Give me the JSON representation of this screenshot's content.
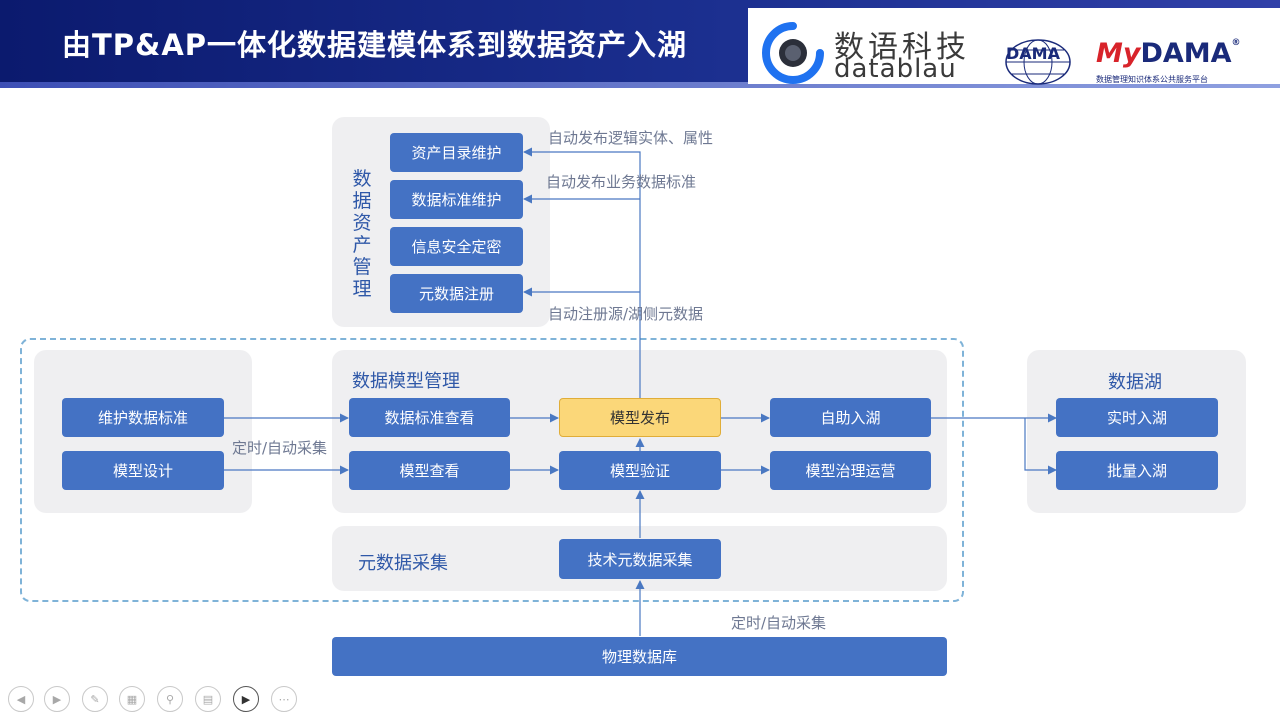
{
  "header": {
    "title": "由TP&AP一体化数据建模体系到数据资产入湖",
    "brand_cn": "数语科技",
    "brand_en": "datablau",
    "dama": "DAMA",
    "mydama_my": "My",
    "mydama_dama": "DAMA",
    "mydama_reg": "®",
    "mydama_tagline": "数据管理知识体系公共服务平台"
  },
  "asset_panel": {
    "title": "数据资产管理",
    "items": [
      "资产目录维护",
      "数据标准维护",
      "信息安全定密",
      "元数据注册"
    ]
  },
  "labels": {
    "publish_entity": "自动发布逻辑实体、属性",
    "publish_standard": "自动发布业务数据标准",
    "register_meta": "自动注册源/湖侧元数据",
    "collect_left": "定时/自动采集",
    "collect_bottom": "定时/自动采集"
  },
  "left_panel": {
    "items": [
      "维护数据标准",
      "模型设计"
    ]
  },
  "model_panel": {
    "title": "数据模型管理",
    "standard_view": "数据标准查看",
    "model_view": "模型查看",
    "publish": "模型发布",
    "verify": "模型验证",
    "self_lake": "自助入湖",
    "governance": "模型治理运营"
  },
  "meta_panel": {
    "title": "元数据采集",
    "tech_collect": "技术元数据采集"
  },
  "physical_db": "物理数据库",
  "lake_panel": {
    "title": "数据湖",
    "items": [
      "实时入湖",
      "批量入湖"
    ]
  },
  "colors": {
    "header": "#1b2f8f",
    "box": "#4472c4",
    "highlight": "#fbd779",
    "line": "#4a78c2",
    "dashed": "#7fb3d8"
  },
  "nav_icons": [
    "prev-icon",
    "next-icon",
    "pen-icon",
    "slides-icon",
    "zoom-icon",
    "subtitle-icon",
    "camera-icon",
    "more-icon"
  ]
}
